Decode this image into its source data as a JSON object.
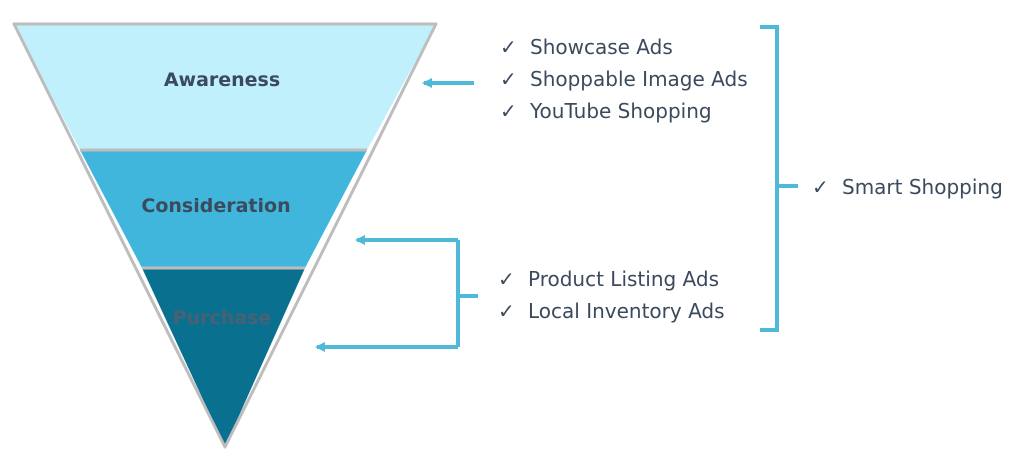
{
  "funnel": {
    "stages": [
      {
        "label": "Awareness",
        "fill": "#c0f0fc",
        "text_color": "#3b4a5c"
      },
      {
        "label": "Consideration",
        "fill": "#41b6dc",
        "text_color": "#3b4a5c"
      },
      {
        "label": "Purchase",
        "fill": "#09708f",
        "text_color": "#4a6173"
      }
    ],
    "outline_color": "#bdbdbd"
  },
  "check_mark": "✓",
  "awareness_ads": [
    "Showcase Ads",
    "Shoppable Image Ads",
    "YouTube Shopping"
  ],
  "lower_funnel_ads": [
    "Product Listing Ads",
    "Local Inventory Ads"
  ],
  "full_funnel_ad": "Smart Shopping",
  "connector_color": "#4fb9da"
}
